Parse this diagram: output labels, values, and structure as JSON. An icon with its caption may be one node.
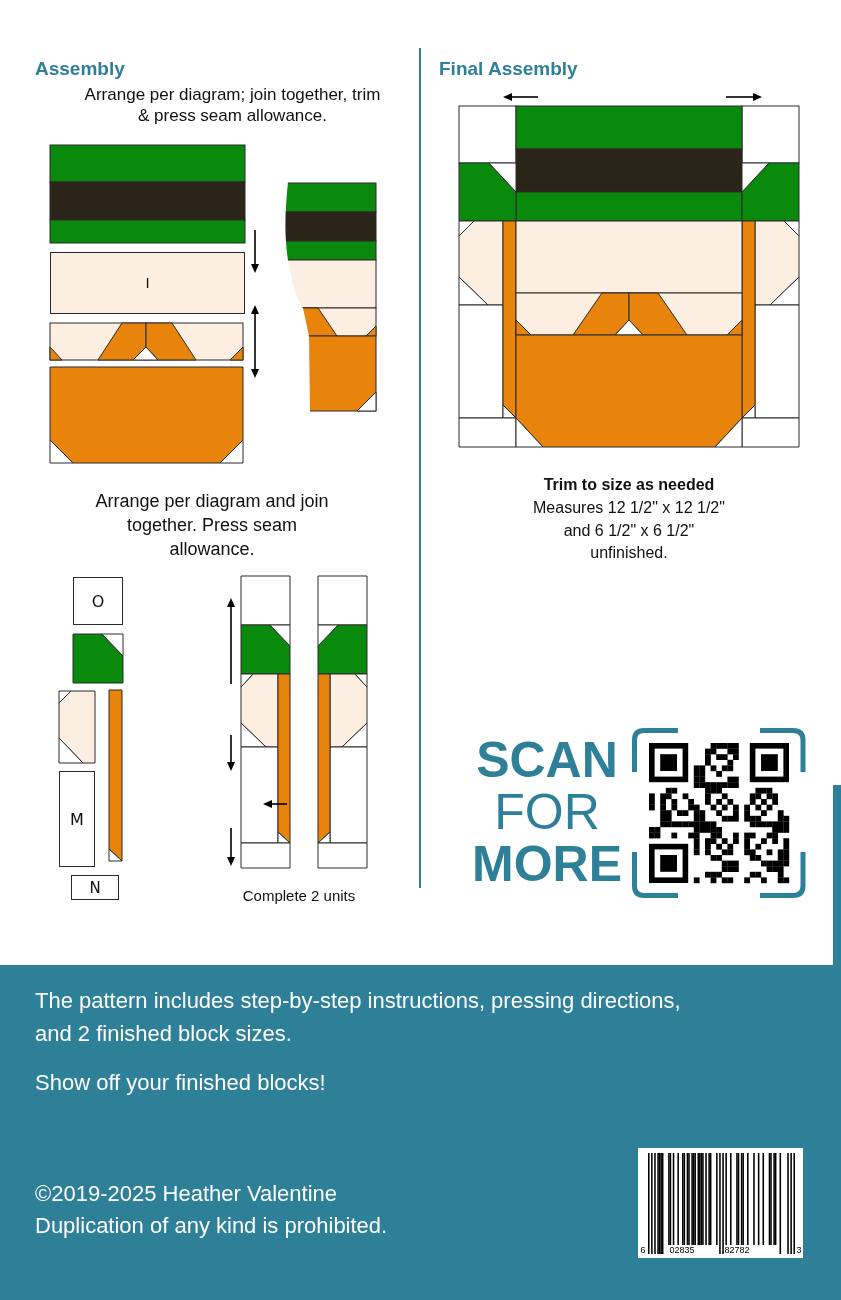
{
  "diagram": {
    "nodes": [
      {
        "text": [
          "I"
        ]
      },
      {
        "text": [
          "O"
        ]
      },
      {
        "text": [
          "M"
        ]
      },
      {
        "text": [
          "N"
        ]
      }
    ],
    "labels": [
      "Assembly",
      "Arrange per diagram; join together, trim & press seam allowance.",
      "Arrange per diagram and join together. Press seam allowance.",
      "Complete 2 units",
      "Final Assembly",
      "Trim to size as needed",
      "Measures 12 1/2\" x 12 1/2\" and 6 1/2\" x 6 1/2\" unfinished.",
      "**SCAN** FOR **MORE**",
      "The pattern includes step-by-step instructions, pressing directions, and 2 finished block sizes.",
      "Show off your finished blocks!",
      "©2019-2025 Heather Valentine",
      "Duplication of any kind is prohibited.",
      "6",
      "02835",
      "82782",
      "3"
    ]
  }
}
